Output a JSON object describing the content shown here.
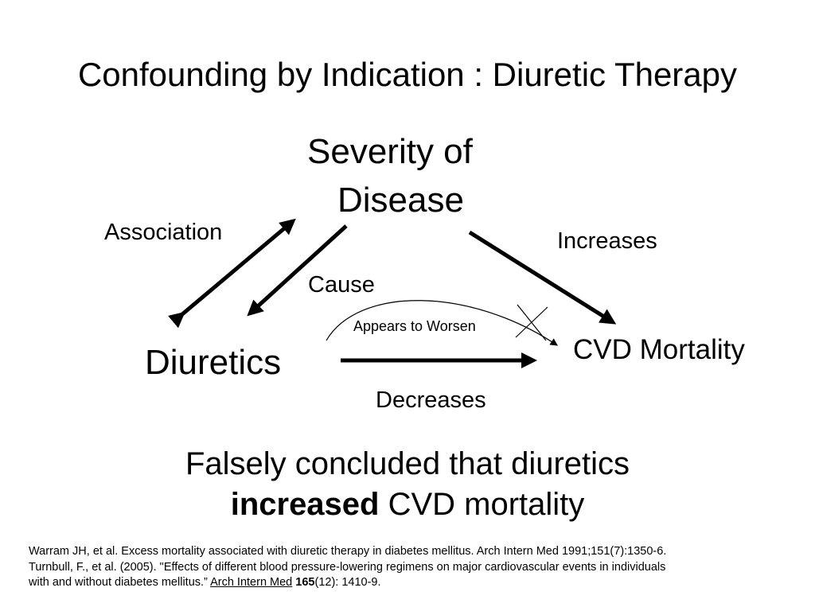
{
  "title": "Confounding by Indication : Diuretic Therapy",
  "nodes": {
    "severity_line1": "Severity of",
    "severity_line2": "Disease",
    "diuretics": "Diuretics",
    "cvd": "CVD Mortality"
  },
  "edges": {
    "association": "Association",
    "cause": "Cause",
    "increases": "Increases",
    "appears_to_worsen": "Appears to Worsen",
    "decreases": "Decreases"
  },
  "conclusion": {
    "line1": "Falsely concluded that diuretics",
    "bold": "increased",
    "rest": " CVD mortality"
  },
  "references": {
    "line1": "Warram JH, et al. Excess mortality associated with diuretic therapy in diabetes mellitus. Arch Intern Med 1991;151(7):1350-6.",
    "line2": "Turnbull, F., et al. (2005). \"Effects of different blood pressure-lowering regimens on major cardiovascular events in individuals",
    "line3_prefix": "with and without diabetes mellitus.” ",
    "journal": "Arch Intern Med",
    "volume_sep": " ",
    "volume": "165",
    "pages": "(12): 1410-9."
  }
}
